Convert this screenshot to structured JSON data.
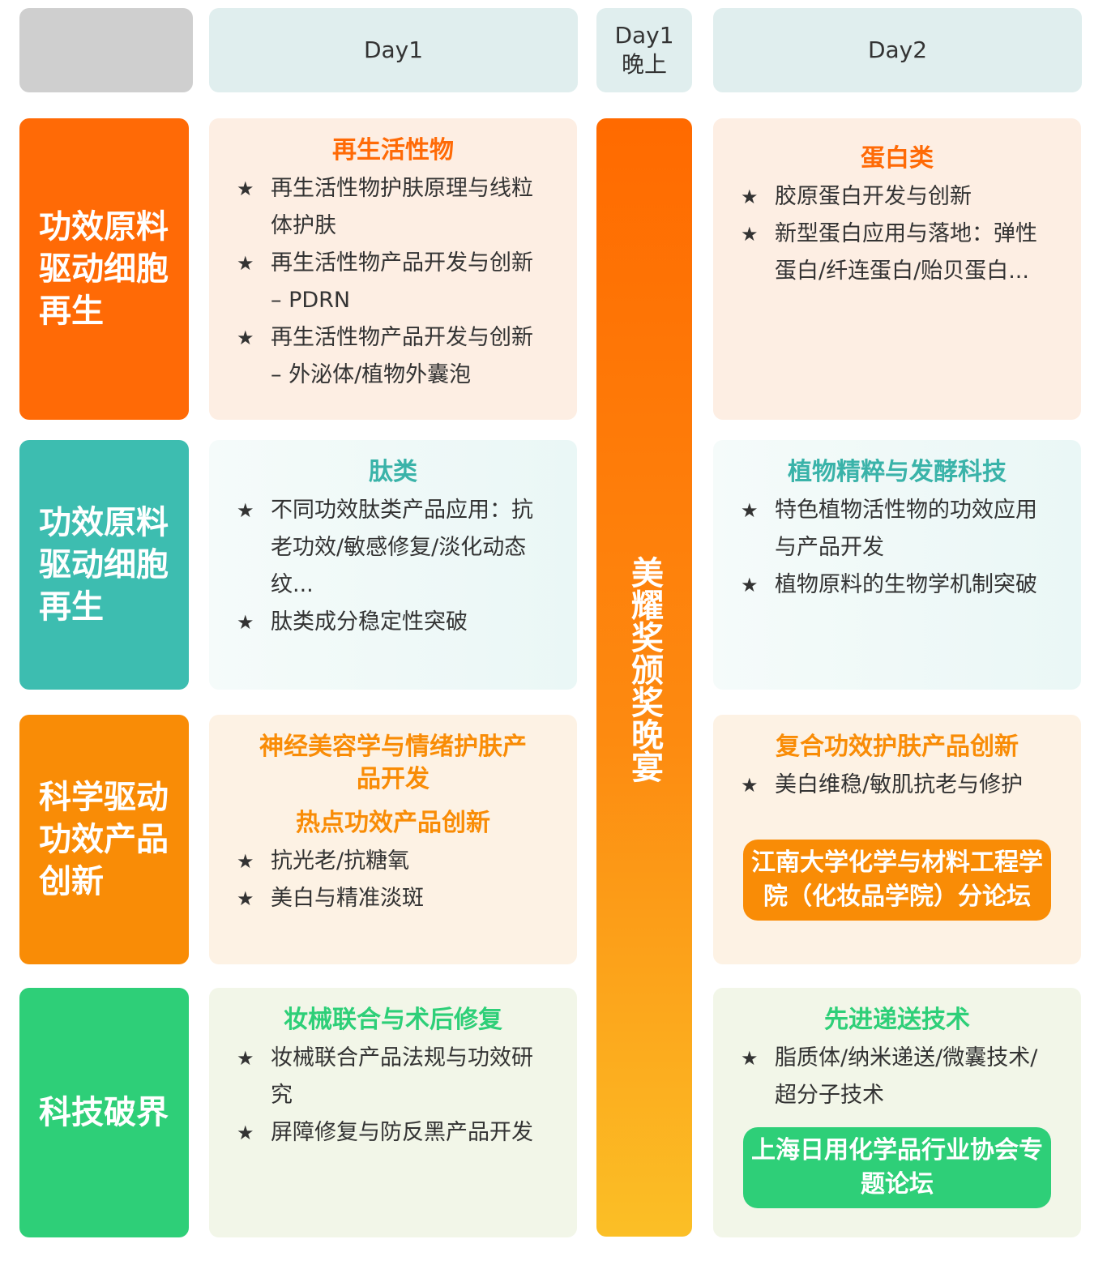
{
  "header": {
    "day1": "Day1",
    "day1_evening": "Day1\n晚上",
    "day2": "Day2"
  },
  "evening_event": "美耀奖颁奖晚宴",
  "colors": {
    "orange": "#ff6a06",
    "teal": "#3dbdb0",
    "amber": "#f98c06",
    "green": "#2ecf78"
  },
  "rows": [
    {
      "label": "功效原料驱动细胞再生",
      "day1": {
        "title": "再生活性物",
        "items": [
          "再生活性物护肤原理与线粒体护肤",
          "再生活性物产品开发与创新 – PDRN",
          "再生活性物产品开发与创新 – 外泌体/植物外囊泡"
        ]
      },
      "day2": {
        "title": "蛋白类",
        "items": [
          "胶原蛋白开发与创新",
          "新型蛋白应用与落地：弹性蛋白/纤连蛋白/贻贝蛋白..."
        ]
      }
    },
    {
      "label": "功效原料驱动细胞再生",
      "day1": {
        "title": "肽类",
        "items": [
          "不同功效肽类产品应用：抗老功效/敏感修复/淡化动态纹...",
          "肽类成分稳定性突破"
        ]
      },
      "day2": {
        "title": "植物精粹与发酵科技",
        "items": [
          "特色植物活性物的功效应用与产品开发",
          "植物原料的生物学机制突破"
        ]
      }
    },
    {
      "label": "科学驱动功效产品创新",
      "day1": {
        "title": "神经美容学与情绪护肤产品开发",
        "subtitle": "热点功效产品创新",
        "items": [
          "抗光老/抗糖氧",
          "美白与精准淡斑"
        ]
      },
      "day2": {
        "title": "复合功效护肤产品创新",
        "items": [
          "美白维稳/敏肌抗老与修护"
        ],
        "forum": "江南大学化学与材料工程学院（化妆品学院）分论坛"
      }
    },
    {
      "label": "科技破界",
      "day1": {
        "title": "妆械联合与术后修复",
        "items": [
          "妆械联合产品法规与功效研究",
          "屏障修复与防反黑产品开发"
        ]
      },
      "day2": {
        "title": "先进递送技术",
        "items": [
          "脂质体/纳米递送/微囊技术/超分子技术"
        ],
        "forum": "上海日用化学品行业协会专题论坛"
      }
    }
  ]
}
